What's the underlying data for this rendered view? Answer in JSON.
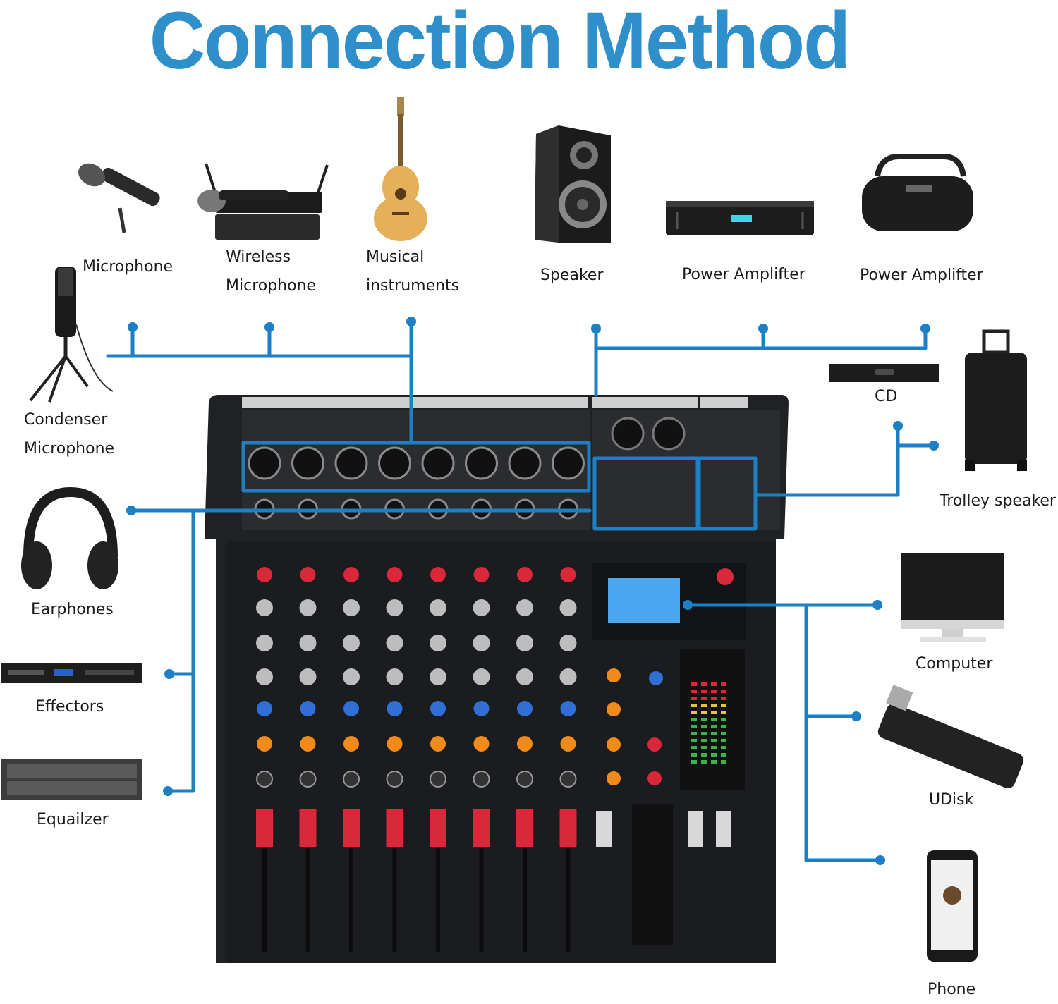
{
  "title": "Connection Method",
  "labels": {
    "microphone": "Microphone",
    "wireless_microphone": [
      "Wireless",
      "Microphone"
    ],
    "musical_instruments": [
      "Musical",
      "instruments"
    ],
    "speaker": "Speaker",
    "power_amplifier_1": "Power Amplifter",
    "power_amplifier_2": "Power Amplifter",
    "condenser_microphone": [
      "Condenser",
      "Microphone"
    ],
    "cd": "CD",
    "trolley_speaker": "Trolley speaker",
    "earphones": "Earphones",
    "effectors": "Effectors",
    "equalizer": "Equailzer",
    "computer": "Computer",
    "udisk": "UDisk",
    "phone": "Phone"
  },
  "colors": {
    "connector_line": "#1d7fc4",
    "title": "#2f8fca",
    "mixer_body": "#1e1f22",
    "knob_red": "#d8283a",
    "knob_blue": "#2f6fd6",
    "knob_orange": "#f08a1a",
    "lcd": "#4aa7f0"
  },
  "mixer": {
    "input_channels": 8
  }
}
